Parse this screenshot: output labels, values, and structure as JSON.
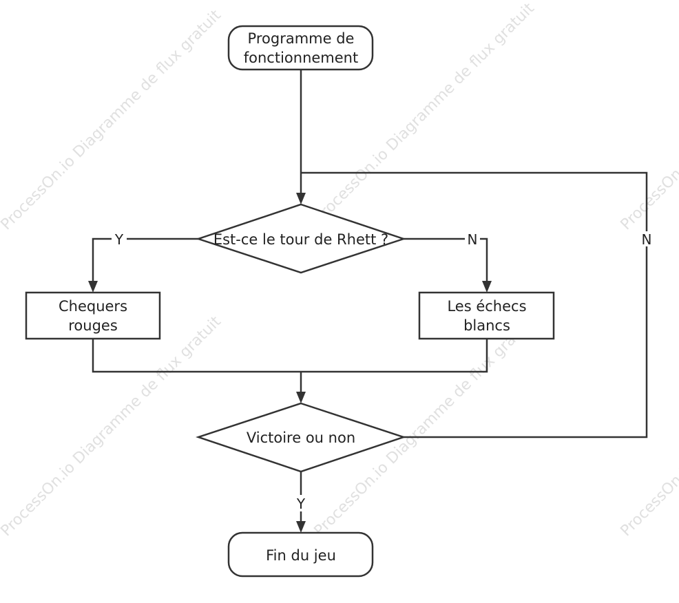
{
  "watermark": "ProcessOn.io Diagramme de flux gratuit",
  "nodes": {
    "start": {
      "line1": "Programme de",
      "line2": "fonctionnement"
    },
    "decision_turn": {
      "label": "Est-ce le tour de Rhett ?"
    },
    "red": {
      "line1": "Chequers",
      "line2": "rouges"
    },
    "white": {
      "line1": "Les échecs",
      "line2": "blancs"
    },
    "decision_win": {
      "label": "Victoire ou non"
    },
    "end": {
      "label": "Fin du jeu"
    }
  },
  "edges": {
    "turn_yes": "Y",
    "turn_no": "N",
    "win_no": "N",
    "win_yes": "Y"
  }
}
